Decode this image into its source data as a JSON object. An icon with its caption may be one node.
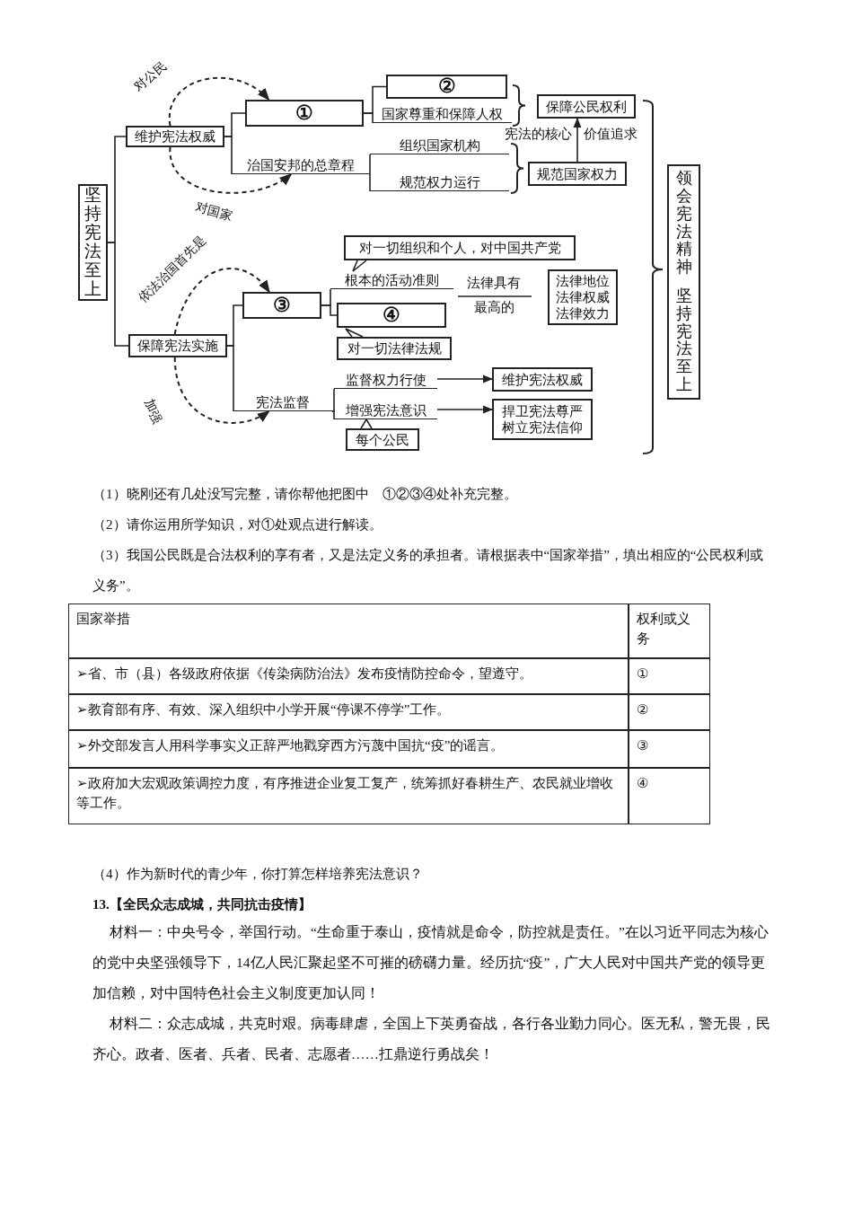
{
  "diagram": {
    "nodes": [
      {
        "text": [
          "坚持宪法至上"
        ]
      },
      {
        "text": [
          "维护宪法权威"
        ]
      },
      {
        "text": [
          "①"
        ]
      },
      {
        "text": [
          "治国安邦的总章程"
        ]
      },
      {
        "text": [
          "②"
        ]
      },
      {
        "text": [
          "国家尊重和保障人权"
        ]
      },
      {
        "text": [
          "组织国家机构"
        ]
      },
      {
        "text": [
          "规范权力运行"
        ]
      },
      {
        "text": [
          "保障公民权利"
        ]
      },
      {
        "text": [
          "规范国家权力"
        ]
      },
      {
        "text": [
          "领会宪法精神",
          "坚持宪法至上"
        ]
      },
      {
        "text": [
          "保障宪法实施"
        ]
      },
      {
        "text": [
          "③"
        ]
      },
      {
        "text": [
          "宪法监督"
        ]
      },
      {
        "text": [
          "对一切组织和个人，对中国共产党"
        ]
      },
      {
        "text": [
          "根本的活动准则"
        ]
      },
      {
        "text": [
          "④"
        ]
      },
      {
        "text": [
          "对一切法律法规"
        ]
      },
      {
        "text": [
          "法律地位",
          "法律权威",
          "法律效力"
        ]
      },
      {
        "text": [
          "监督权力行使"
        ]
      },
      {
        "text": [
          "增强宪法意识"
        ]
      },
      {
        "text": [
          "每个公民"
        ]
      },
      {
        "text": [
          "维护宪法权威"
        ]
      },
      {
        "text": [
          "捍卫宪法尊严",
          "树立宪法信仰"
        ]
      }
    ],
    "edges": [
      {
        "from": 0,
        "to": 1,
        "arrow": "none"
      },
      {
        "from": 0,
        "to": 11,
        "arrow": "none"
      },
      {
        "from": 1,
        "to": 2,
        "arrow": "none"
      },
      {
        "from": 1,
        "to": 3,
        "arrow": "none"
      },
      {
        "from": 2,
        "to": 4,
        "arrow": "none"
      },
      {
        "from": 2,
        "to": 5,
        "arrow": "none"
      },
      {
        "from": 3,
        "to": 6,
        "arrow": "none"
      },
      {
        "from": 3,
        "to": 7,
        "arrow": "none"
      },
      {
        "from": 11,
        "to": 12,
        "arrow": "none"
      },
      {
        "from": 11,
        "to": 13,
        "arrow": "none"
      },
      {
        "from": 12,
        "to": 15,
        "arrow": "none"
      },
      {
        "from": 12,
        "to": 16,
        "arrow": "none"
      },
      {
        "from": 13,
        "to": 19,
        "arrow": "none"
      },
      {
        "from": 13,
        "to": 20,
        "arrow": "none"
      },
      {
        "from": 19,
        "to": 22,
        "arrow": "to"
      },
      {
        "from": 20,
        "to": 23,
        "arrow": "to"
      },
      {
        "from": 9,
        "to": 8,
        "arrow": "to"
      },
      {
        "from": 1,
        "to": 2,
        "arrow": "to",
        "label": "对公民",
        "style": "dashed"
      },
      {
        "from": 1,
        "to": 3,
        "arrow": "to",
        "label": "对国家",
        "style": "dashed"
      },
      {
        "from": 11,
        "to": 12,
        "arrow": "to",
        "label": "依法治国首先是",
        "style": "dashed"
      },
      {
        "from": 11,
        "to": 13,
        "arrow": "to",
        "label": "加强",
        "style": "dashed"
      }
    ],
    "labels": [
      "宪法的核心",
      "价值追求",
      "法律具有",
      "最高的",
      "（1）晓刚还有几处没写完整，请你帮他把图中　①②③④处补充完整。",
      "（2）请你运用所学知识，对①处观点进行解读。",
      "（3）我国公民既是合法权利的享有者，又是法定义务的承担者。请根据表中“国家举措”，填出相应的“公民权利或义务”。",
      "国家举措",
      "权利或义务",
      "➢省、市（县）各级政府依据《传染病防治法》发布疫情防控命令，望遵守。",
      "①",
      "➢教育部有序、有效、深入组织中小学开展“停课不停学”工作。",
      "②",
      "➢外交部发言人用科学事实义正辞严地戳穿西方污蔑中国抗“疫”的谣言。",
      "③",
      "➢政府加大宏观政策调控力度，有序推进企业复工复产，统筹抓好春耕生产、农民就业增收等工作。",
      "④",
      "（4）作为新时代的青少年，你打算怎样培养宪法意识？",
      "13.【全民众志成城，共同抗击疫情】",
      "材料一：中央号令，举国行动。“生命重于泰山，疫情就是命令，防控就是责任。”在以习近平同志为核心的党中央坚强领导下，14亿人民汇聚起坚不可摧的磅礴力量。经历抗“疫”，广大人民对中国共产党的领导更加信赖，对中国特色社会主义制度更加认同！",
      "材料二：众志成城，共克时艰。病毒肆虐，全国上下英勇奋战，各行各业勤力同心。医无私，警无畏，民齐心。政者、医者、兵者、民者、志愿者……扛鼎逆行勇战矣！"
    ]
  }
}
